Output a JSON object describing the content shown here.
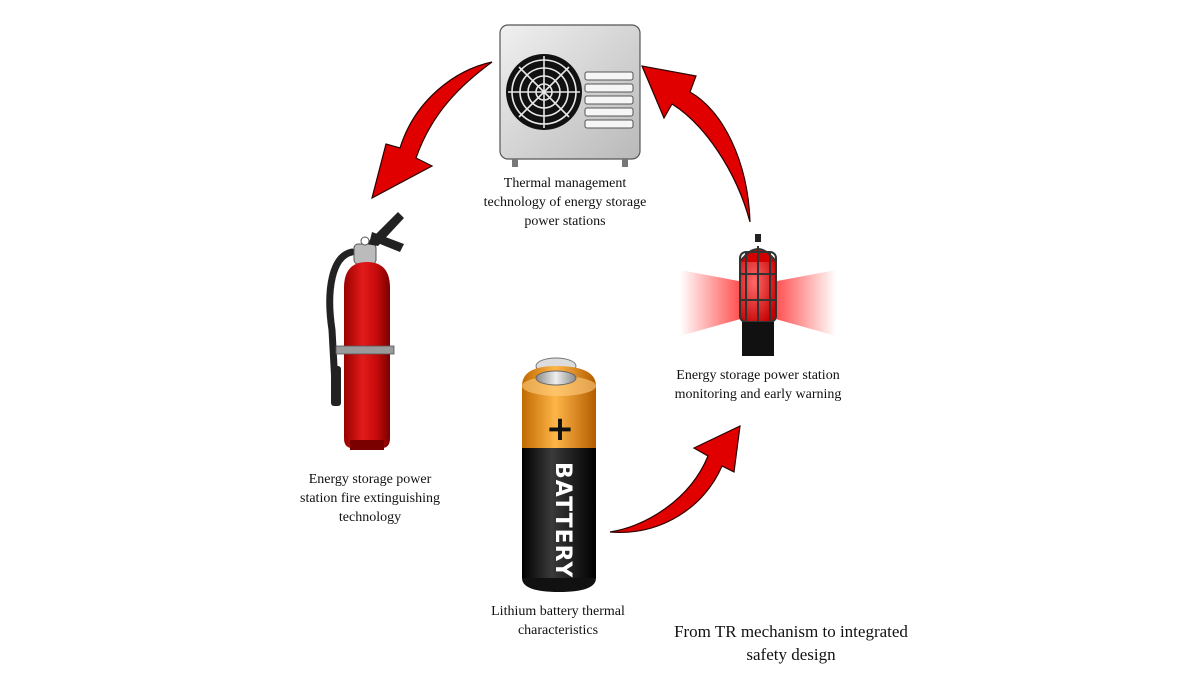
{
  "diagram": {
    "nodes": [
      {
        "id": "thermal",
        "label": "Thermal management\ntechnology of energy storage\npower stations",
        "icon": "ac-unit-icon"
      },
      {
        "id": "monitoring",
        "label": "Energy storage power station\nmonitoring and early warning",
        "icon": "alarm-beacon-icon"
      },
      {
        "id": "battery",
        "label": "Lithium battery thermal\ncharacteristics",
        "icon": "battery-icon",
        "icon_text": "BATTERY",
        "plus": "+"
      },
      {
        "id": "fire",
        "label": "Energy storage power\nstation fire extinguishing\ntechnology",
        "icon": "fire-extinguisher-icon"
      }
    ],
    "caption": "From TR mechanism to integrated\nsafety design",
    "arrow_color": "#e00000"
  }
}
